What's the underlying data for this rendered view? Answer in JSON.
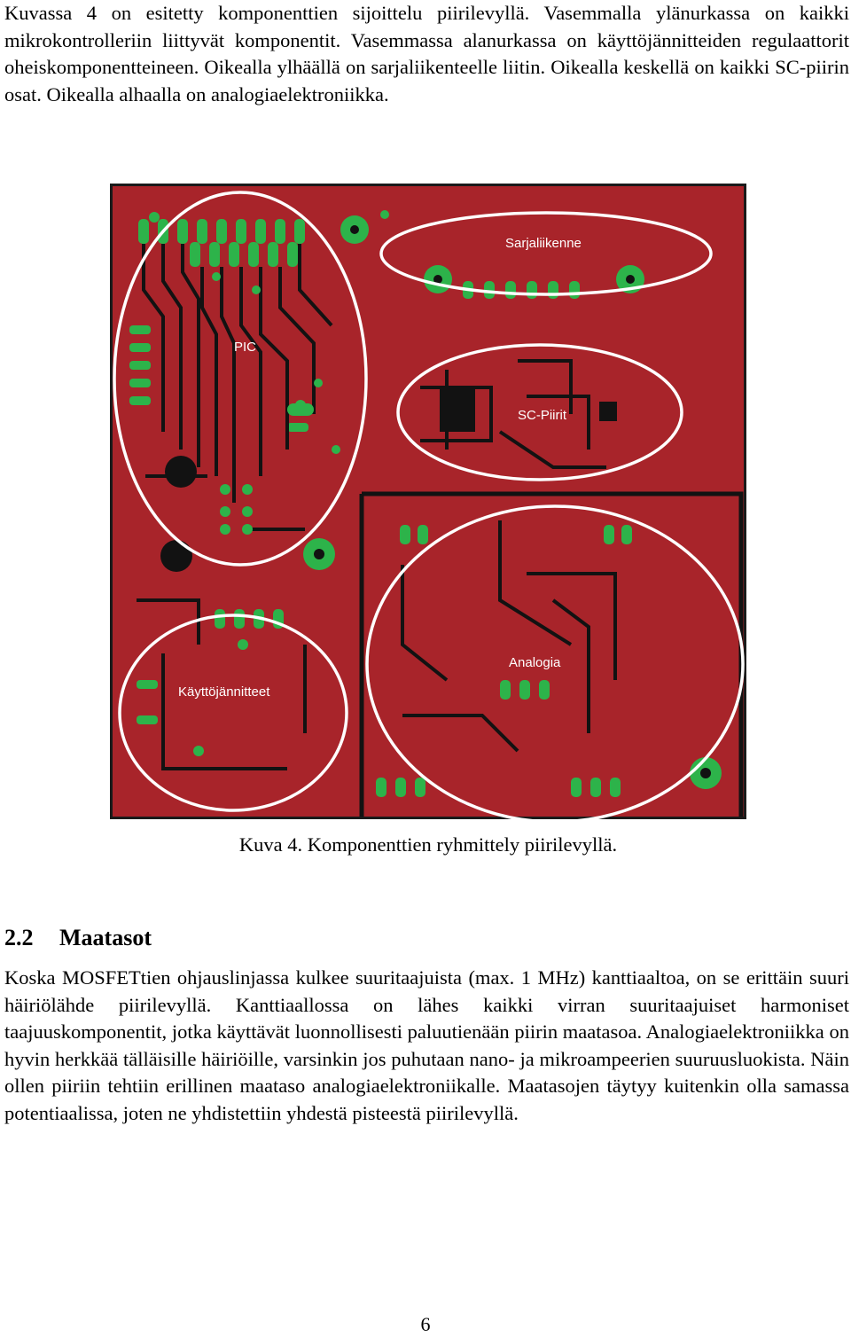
{
  "intro_paragraph": "Kuvassa 4 on esitetty komponenttien sijoittelu piirilevyllä. Vasemmalla ylänurkassa on kaikki mikrokontrolleriin liittyvät komponentit. Vasemmassa alanurkassa on käyttöjännitteiden regulaattorit oheiskomponentteineen. Oikealla ylhäällä on sarjaliikenteelle liitin. Oikealla keskellä on kaikki SC-piirin osat. Oikealla alhaalla on analogiaelektroniikka.",
  "figure": {
    "labels": {
      "pic": "PIC",
      "serial": "Sarjaliikenne",
      "sc": "SC-Piirit",
      "power": "Käyttöjännitteet",
      "analog": "Analogia"
    },
    "colors": {
      "board": "#a8242a",
      "trace": "#121212",
      "pad": "#2db34a",
      "outline": "#ffffff"
    },
    "caption": "Kuva 4. Komponenttien ryhmittely piirilevyllä."
  },
  "section": {
    "number": "2.2",
    "title": "Maatasot",
    "body": "Koska MOSFETtien ohjauslinjassa kulkee suuritaajuista (max. 1 MHz) kanttiaaltoa, on se erittäin suuri häiriölähde piirilevyllä. Kanttiaallossa on lähes kaikki virran suuritaajuiset harmoniset taajuuskomponentit, jotka käyttävät luonnollisesti paluutienään piirin maatasoa. Analogiaelektroniikka on hyvin herkkää tälläisille häiriöille, varsinkin jos puhutaan nano- ja mikroampeerien suuruusluokista. Näin ollen piiriin tehtiin erillinen maataso analogiaelektroniikalle. Maatasojen täytyy kuitenkin olla samassa potentiaalissa, joten ne yhdistettiin yhdestä pisteestä piirilevyllä."
  },
  "page_number": "6"
}
